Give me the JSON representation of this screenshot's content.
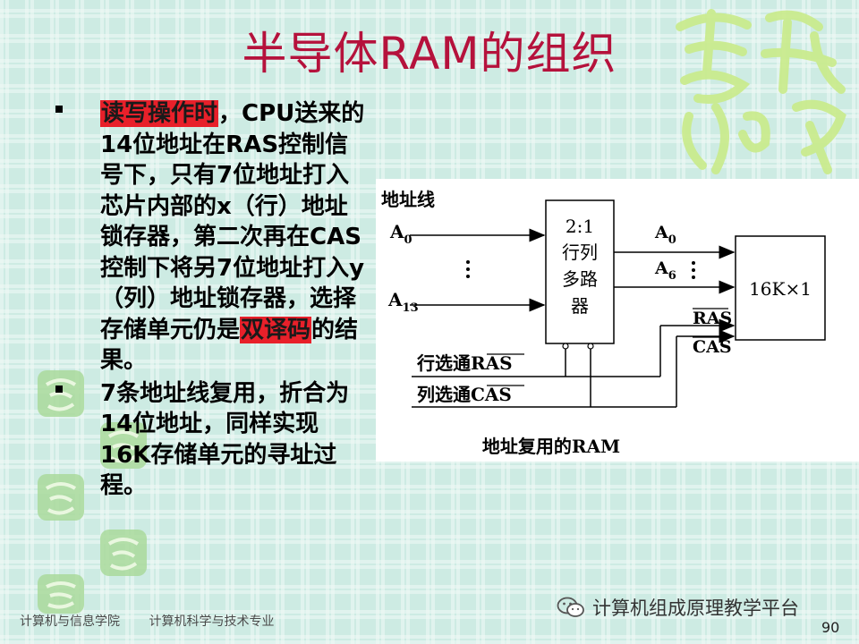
{
  "slide": {
    "title": "半导体RAM的组织",
    "bullets": [
      {
        "highlight_start": "读写操作时",
        "text_1": "，CPU送来的14位地址在RAS控制信号下，只有7位地址打入芯片内部的x（行）地址锁存器，第二次再在CAS控制下将另7位地址打入y（列）地址锁存器，选择存储单元仍是",
        "highlight_mid": "双译码",
        "text_2": "的结果。"
      },
      {
        "text": "7条地址线复用，折合为14位地址，同样实现16K存储单元的寻址过程。"
      }
    ]
  },
  "diagram": {
    "address_lines_label": "地址线",
    "input_top": "A",
    "input_top_sub": "0",
    "input_bottom": "A",
    "input_bottom_sub": "13",
    "mux_ratio": "2:1",
    "mux_line2": "行列",
    "mux_line3": "多路",
    "mux_line4": "器",
    "out_top": "A",
    "out_top_sub": "0",
    "out_bottom": "A",
    "out_bottom_sub": "6",
    "memory_label": "16K×1",
    "ras": "RAS",
    "cas": "CAS",
    "row_strobe": "行选通",
    "col_strobe": "列选通",
    "caption": "地址复用的RAM"
  },
  "footer": {
    "school": "计算机与信息学院",
    "major": "计算机科学与技术专业",
    "wechat_account": "计算机组成原理教学平台",
    "page_number": "90"
  },
  "colors": {
    "title": "#b5123c",
    "highlight": "#e8202a",
    "background": "#cdebe3"
  },
  "decor": {
    "seal_characters": "吉祥如意"
  }
}
